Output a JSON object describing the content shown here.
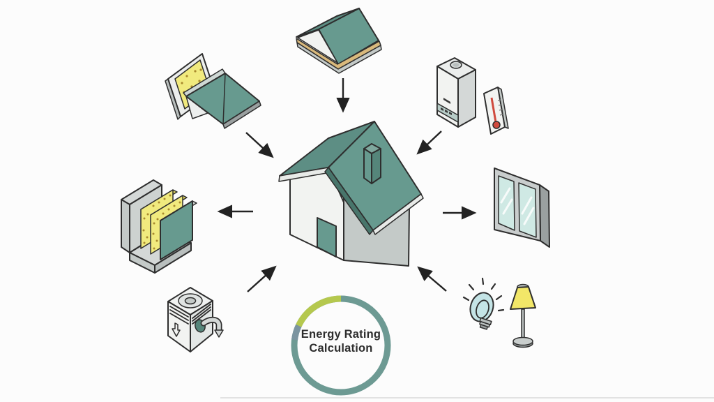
{
  "badge": {
    "title_line1": "Energy Rating",
    "title_line2": "Calculation",
    "ring_colors": {
      "main": "#6d9a93",
      "accent": "#b5c84e",
      "accent_secondary": "#7b94a0"
    }
  },
  "palette": {
    "background": "#fcfcfc",
    "outline": "#2e2e2e",
    "roof_teal": "#679a8f",
    "wall_white": "#f2f3f1",
    "wall_gray": "#c4cac8",
    "insulation_yellow": "#f1ea7e",
    "insulation_dot": "#a98a2e",
    "deck_tan": "#d9b97c",
    "glass_blue": "#cfe9e4",
    "lamp_shade_yellow": "#f2e768",
    "bulb_blue": "#c4e4e6",
    "thermometer_red": "#d04a3e",
    "metal_gray": "#b9bfbe",
    "bottom_line_gray": "#e2e2e2"
  },
  "diagram": {
    "center_item": {
      "id": "house",
      "icon": "house-icon"
    },
    "items": [
      {
        "id": "roof",
        "icon": "roof-section-icon",
        "position": "top"
      },
      {
        "id": "roof-insulation",
        "icon": "roof-insulation-icon",
        "position": "top-left"
      },
      {
        "id": "heating-boiler",
        "icon": "boiler-thermometer-icon",
        "position": "top-right"
      },
      {
        "id": "wall-insulation",
        "icon": "wall-insulation-icon",
        "position": "left"
      },
      {
        "id": "windows",
        "icon": "double-glazed-window-icon",
        "position": "right"
      },
      {
        "id": "ventilation",
        "icon": "ventilation-unit-icon",
        "position": "bottom-left"
      },
      {
        "id": "lighting",
        "icon": "bulb-lamp-icon",
        "position": "bottom-right"
      }
    ],
    "arrows": [
      {
        "from": "roof",
        "to": "house",
        "direction": "down"
      },
      {
        "from": "roof-insulation",
        "to": "house",
        "direction": "down-right"
      },
      {
        "from": "heating-boiler",
        "to": "house",
        "direction": "down-left"
      },
      {
        "from": "house",
        "to": "wall-insulation",
        "direction": "left"
      },
      {
        "from": "house",
        "to": "windows",
        "direction": "right"
      },
      {
        "from": "ventilation",
        "to": "house",
        "direction": "up-right"
      },
      {
        "from": "lighting",
        "to": "house",
        "direction": "up-left"
      }
    ]
  }
}
